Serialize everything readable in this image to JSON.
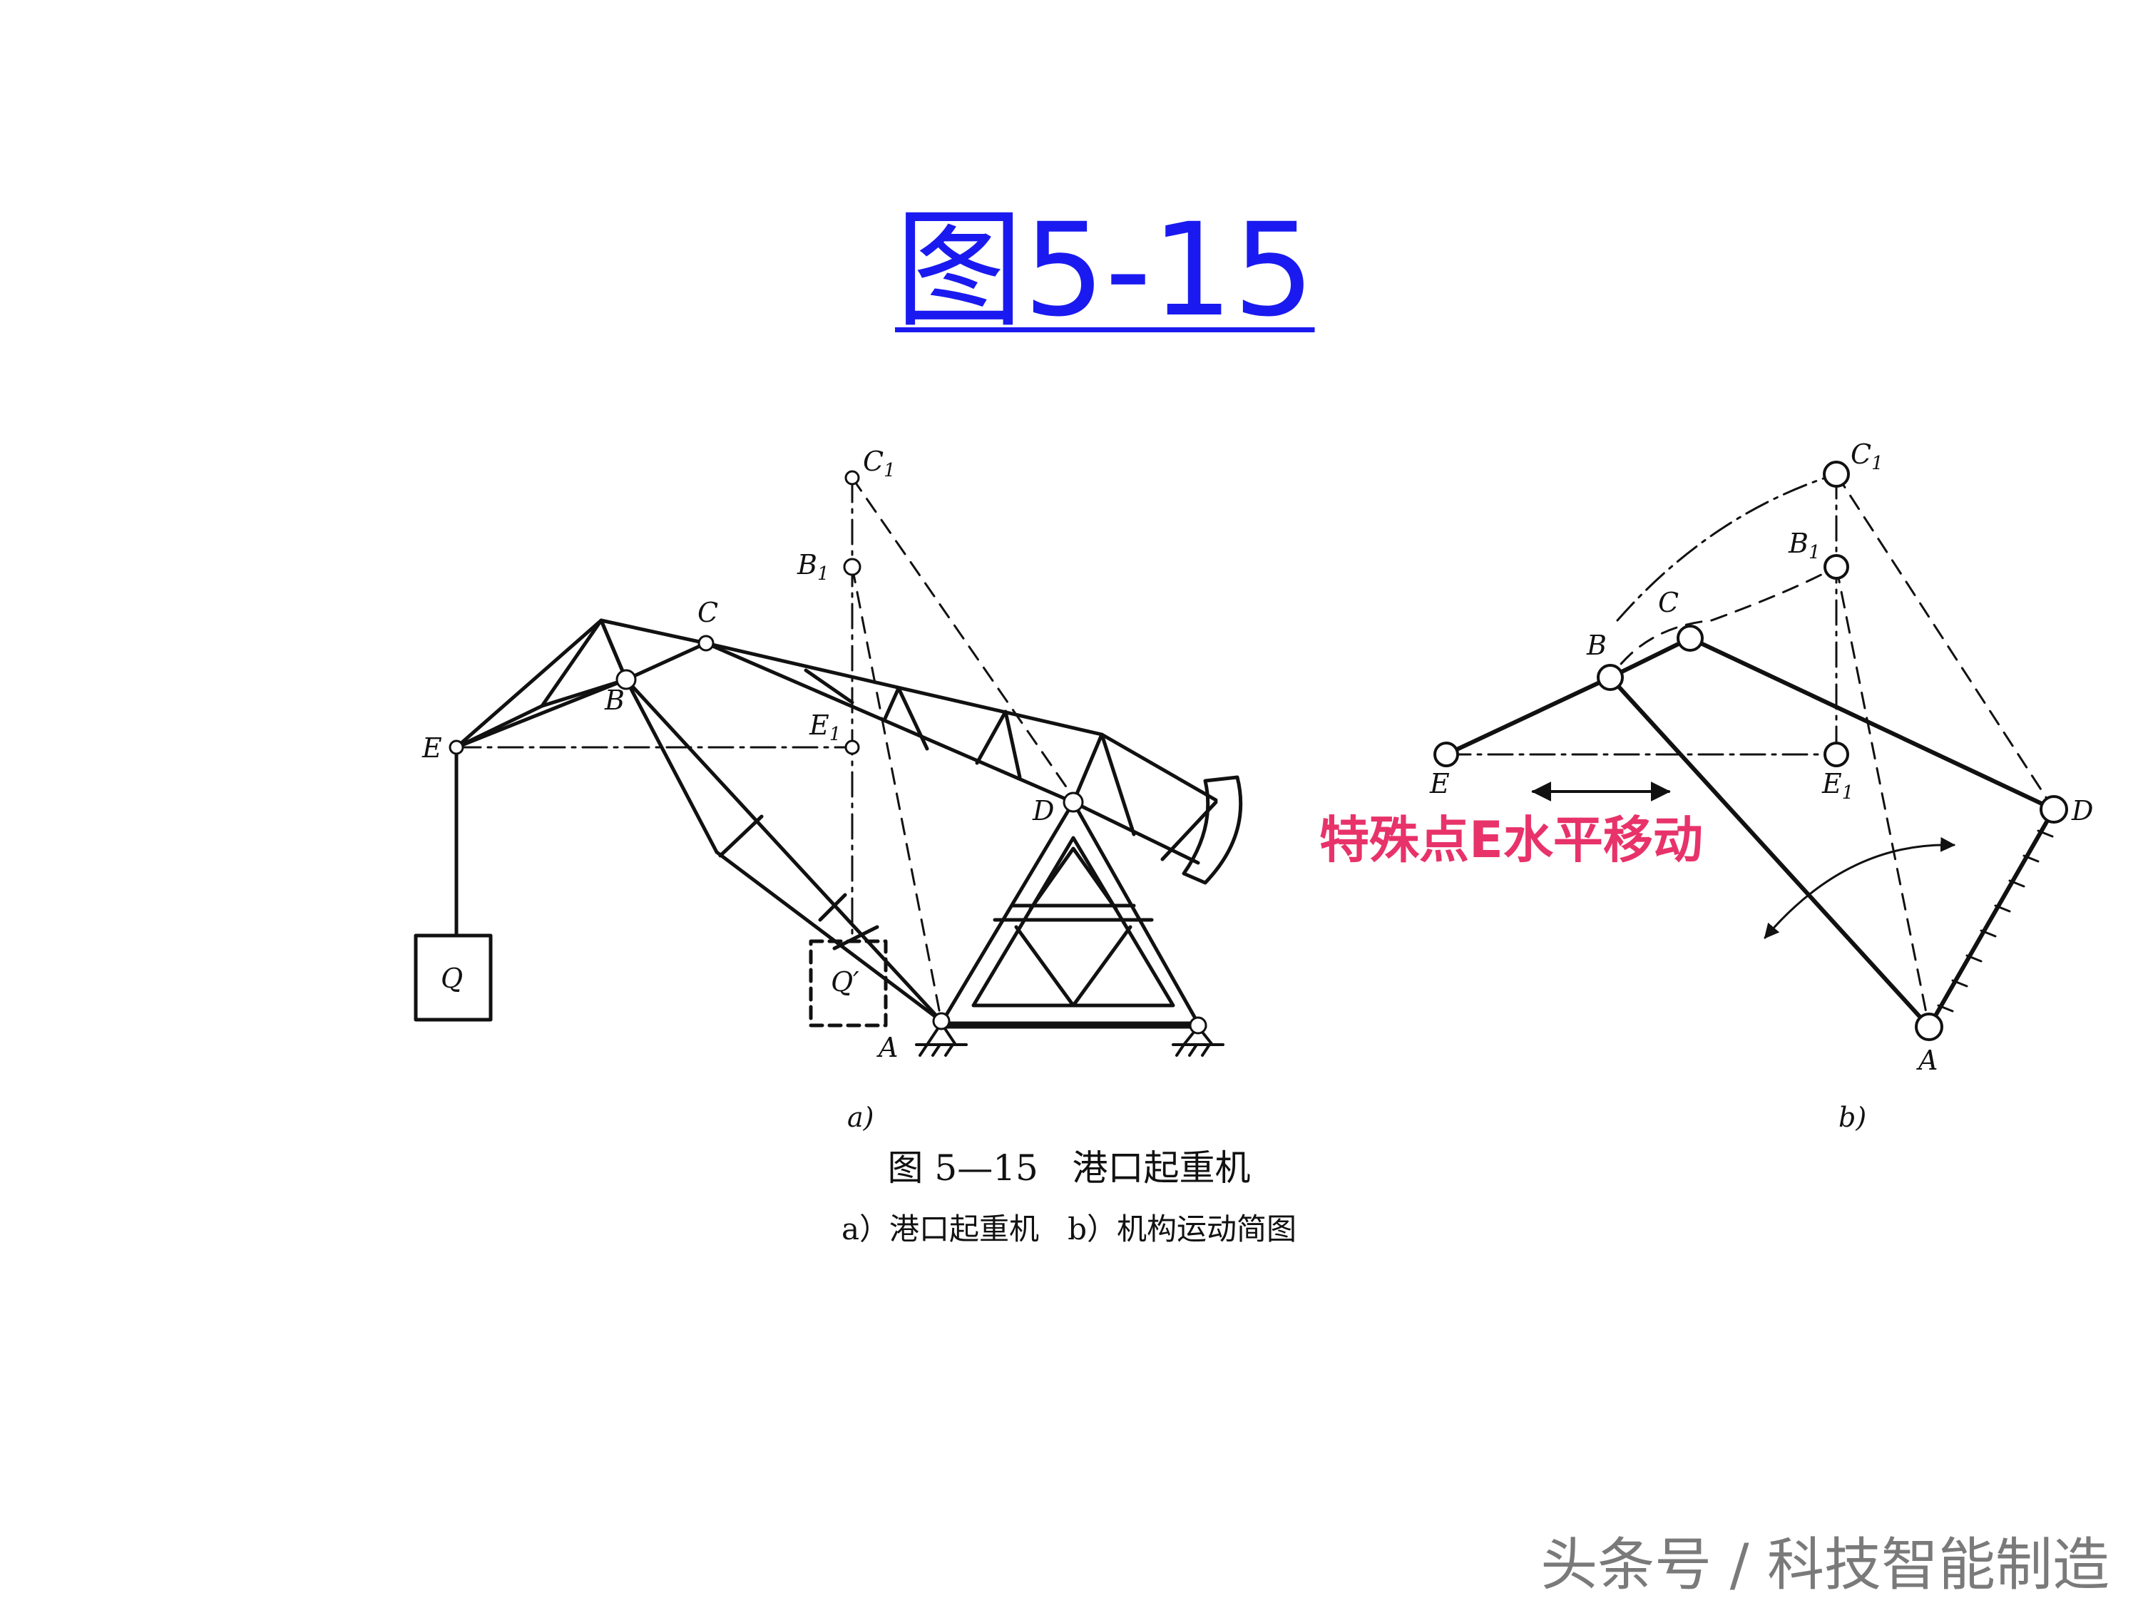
{
  "slide": {
    "title": "图5-15",
    "title_color": "#1a1af0",
    "annotation": "特殊点E水平移动",
    "annotation_color": "#e8326a",
    "watermark": "头条号 / 科技智能制造"
  },
  "figure": {
    "caption": "图 5—15   港口起重机",
    "subcaption": "a）港口起重机   b）机构运动简图",
    "panel_a": {
      "label": "a)",
      "points": {
        "C1": "C",
        "C1_sub": "1",
        "B1": "B",
        "B1_sub": "1",
        "C": "C",
        "B": "B",
        "E": "E",
        "E1": "E",
        "E1_sub": "1",
        "D": "D",
        "A": "A"
      },
      "load": "Q",
      "load_moved": "Q′"
    },
    "panel_b": {
      "label": "b)",
      "points": {
        "C1": "C",
        "C1_sub": "1",
        "B1": "B",
        "B1_sub": "1",
        "C": "C",
        "B": "B",
        "E": "E",
        "E1": "E",
        "E1_sub": "1",
        "D": "D",
        "A": "A"
      }
    }
  }
}
